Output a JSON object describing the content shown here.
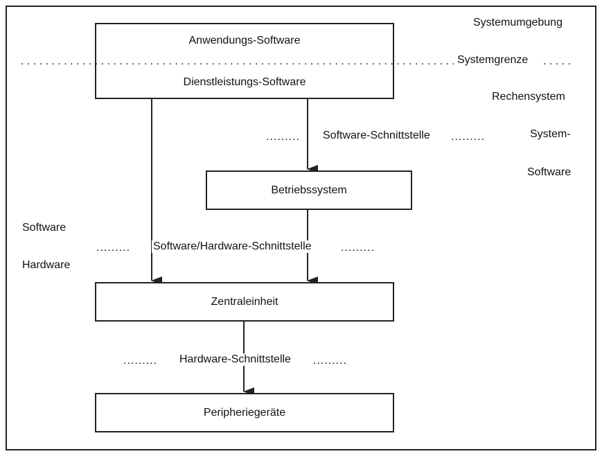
{
  "boxes": {
    "application": "Anwendungs-Software",
    "service": "Dienstleistungs-Software",
    "os": "Betriebssystem",
    "cpu": "Zentraleinheit",
    "peripherals": "Peripheriegeräte"
  },
  "side_labels": {
    "environment": "Systemumgebung",
    "boundary": "Systemgrenze",
    "computer_system": "Rechensystem",
    "system_line1": "System-",
    "system_line2": "Software",
    "software": "Software",
    "hardware": "Hardware"
  },
  "interfaces": {
    "software": "Software-Schnittstelle",
    "software_hardware": "Software/Hardware-Schnittstelle",
    "hardware": "Hardware-Schnittstelle"
  },
  "dots": {
    "short": ".........",
    "boundary_left": ". . . . . . . . . . . . . . . . . . . . . . . . . . . . . . . . . . . . . . . . . . . . . . . . . . . . . . . . . . . . . . . . . . . . . . . . . . . . . . . . . . . . . .",
    "boundary_right": ". . . . ."
  }
}
